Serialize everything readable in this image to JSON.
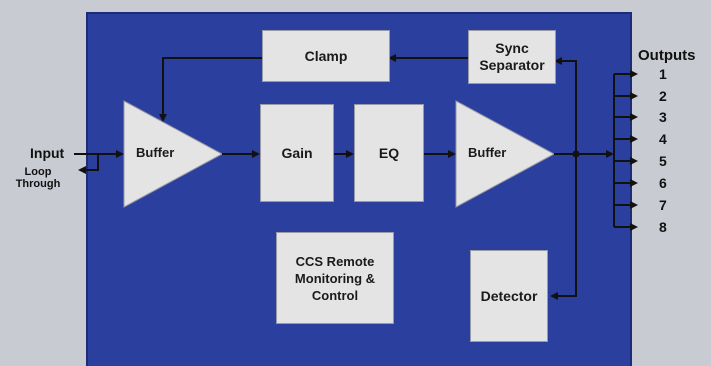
{
  "blocks": {
    "clamp": "Clamp",
    "sync_separator": [
      "Sync",
      "Separator"
    ],
    "buffer_in": "Buffer",
    "gain": "Gain",
    "eq": "EQ",
    "buffer_out": "Buffer",
    "ccs_remote": [
      "CCS Remote",
      "Monitoring &",
      "Control"
    ],
    "detector": "Detector"
  },
  "io": {
    "input": "Input",
    "loop_through": [
      "Loop",
      "Through"
    ],
    "outputs_title": "Outputs",
    "outputs": [
      "1",
      "2",
      "3",
      "4",
      "5",
      "6",
      "7",
      "8"
    ]
  },
  "colors": {
    "board": "#2b3f9e",
    "block_fill": "#e4e4e4",
    "wire": "#111111",
    "background": "#c9cbd2"
  }
}
